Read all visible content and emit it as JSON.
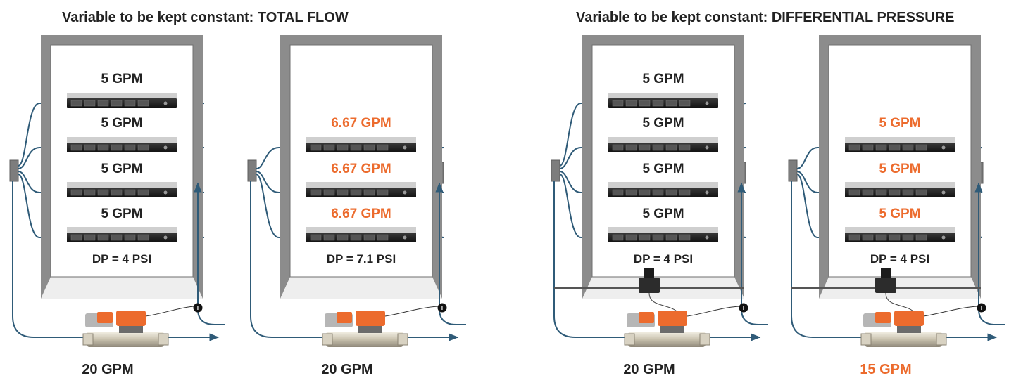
{
  "colors": {
    "normal_text": "#222222",
    "highlight": "#ec6b2d",
    "pipe": "#2f5b78",
    "rack_frame": "#8c8c8c",
    "rack_inner": "#eeeeee"
  },
  "titles": {
    "left": "Variable to be kept constant: TOTAL FLOW",
    "right": "Variable to be kept constant: DIFFERENTIAL PRESSURE"
  },
  "panels": [
    {
      "servers": [
        {
          "label": "5 GPM",
          "highlight": false
        },
        {
          "label": "5 GPM",
          "highlight": false
        },
        {
          "label": "5 GPM",
          "highlight": false
        },
        {
          "label": "5 GPM",
          "highlight": false
        }
      ],
      "dp": "DP = 4 PSI",
      "total": {
        "label": "20 GPM",
        "highlight": false
      },
      "has_dp_sensor": false
    },
    {
      "servers": [
        {
          "label": "",
          "highlight": false
        },
        {
          "label": "6.67 GPM",
          "highlight": true
        },
        {
          "label": "6.67 GPM",
          "highlight": true
        },
        {
          "label": "6.67 GPM",
          "highlight": true
        }
      ],
      "dp": "DP = 7.1 PSI",
      "total": {
        "label": "20 GPM",
        "highlight": false
      },
      "has_dp_sensor": false
    },
    {
      "servers": [
        {
          "label": "5 GPM",
          "highlight": false
        },
        {
          "label": "5 GPM",
          "highlight": false
        },
        {
          "label": "5 GPM",
          "highlight": false
        },
        {
          "label": "5 GPM",
          "highlight": false
        }
      ],
      "dp": "DP = 4 PSI",
      "total": {
        "label": "20 GPM",
        "highlight": false
      },
      "has_dp_sensor": true
    },
    {
      "servers": [
        {
          "label": "",
          "highlight": false
        },
        {
          "label": "5 GPM",
          "highlight": true
        },
        {
          "label": "5 GPM",
          "highlight": true
        },
        {
          "label": "5 GPM",
          "highlight": true
        }
      ],
      "dp": "DP = 4 PSI",
      "total": {
        "label": "15 GPM",
        "highlight": true
      },
      "has_dp_sensor": true
    }
  ],
  "temp_sensor_label": "T"
}
